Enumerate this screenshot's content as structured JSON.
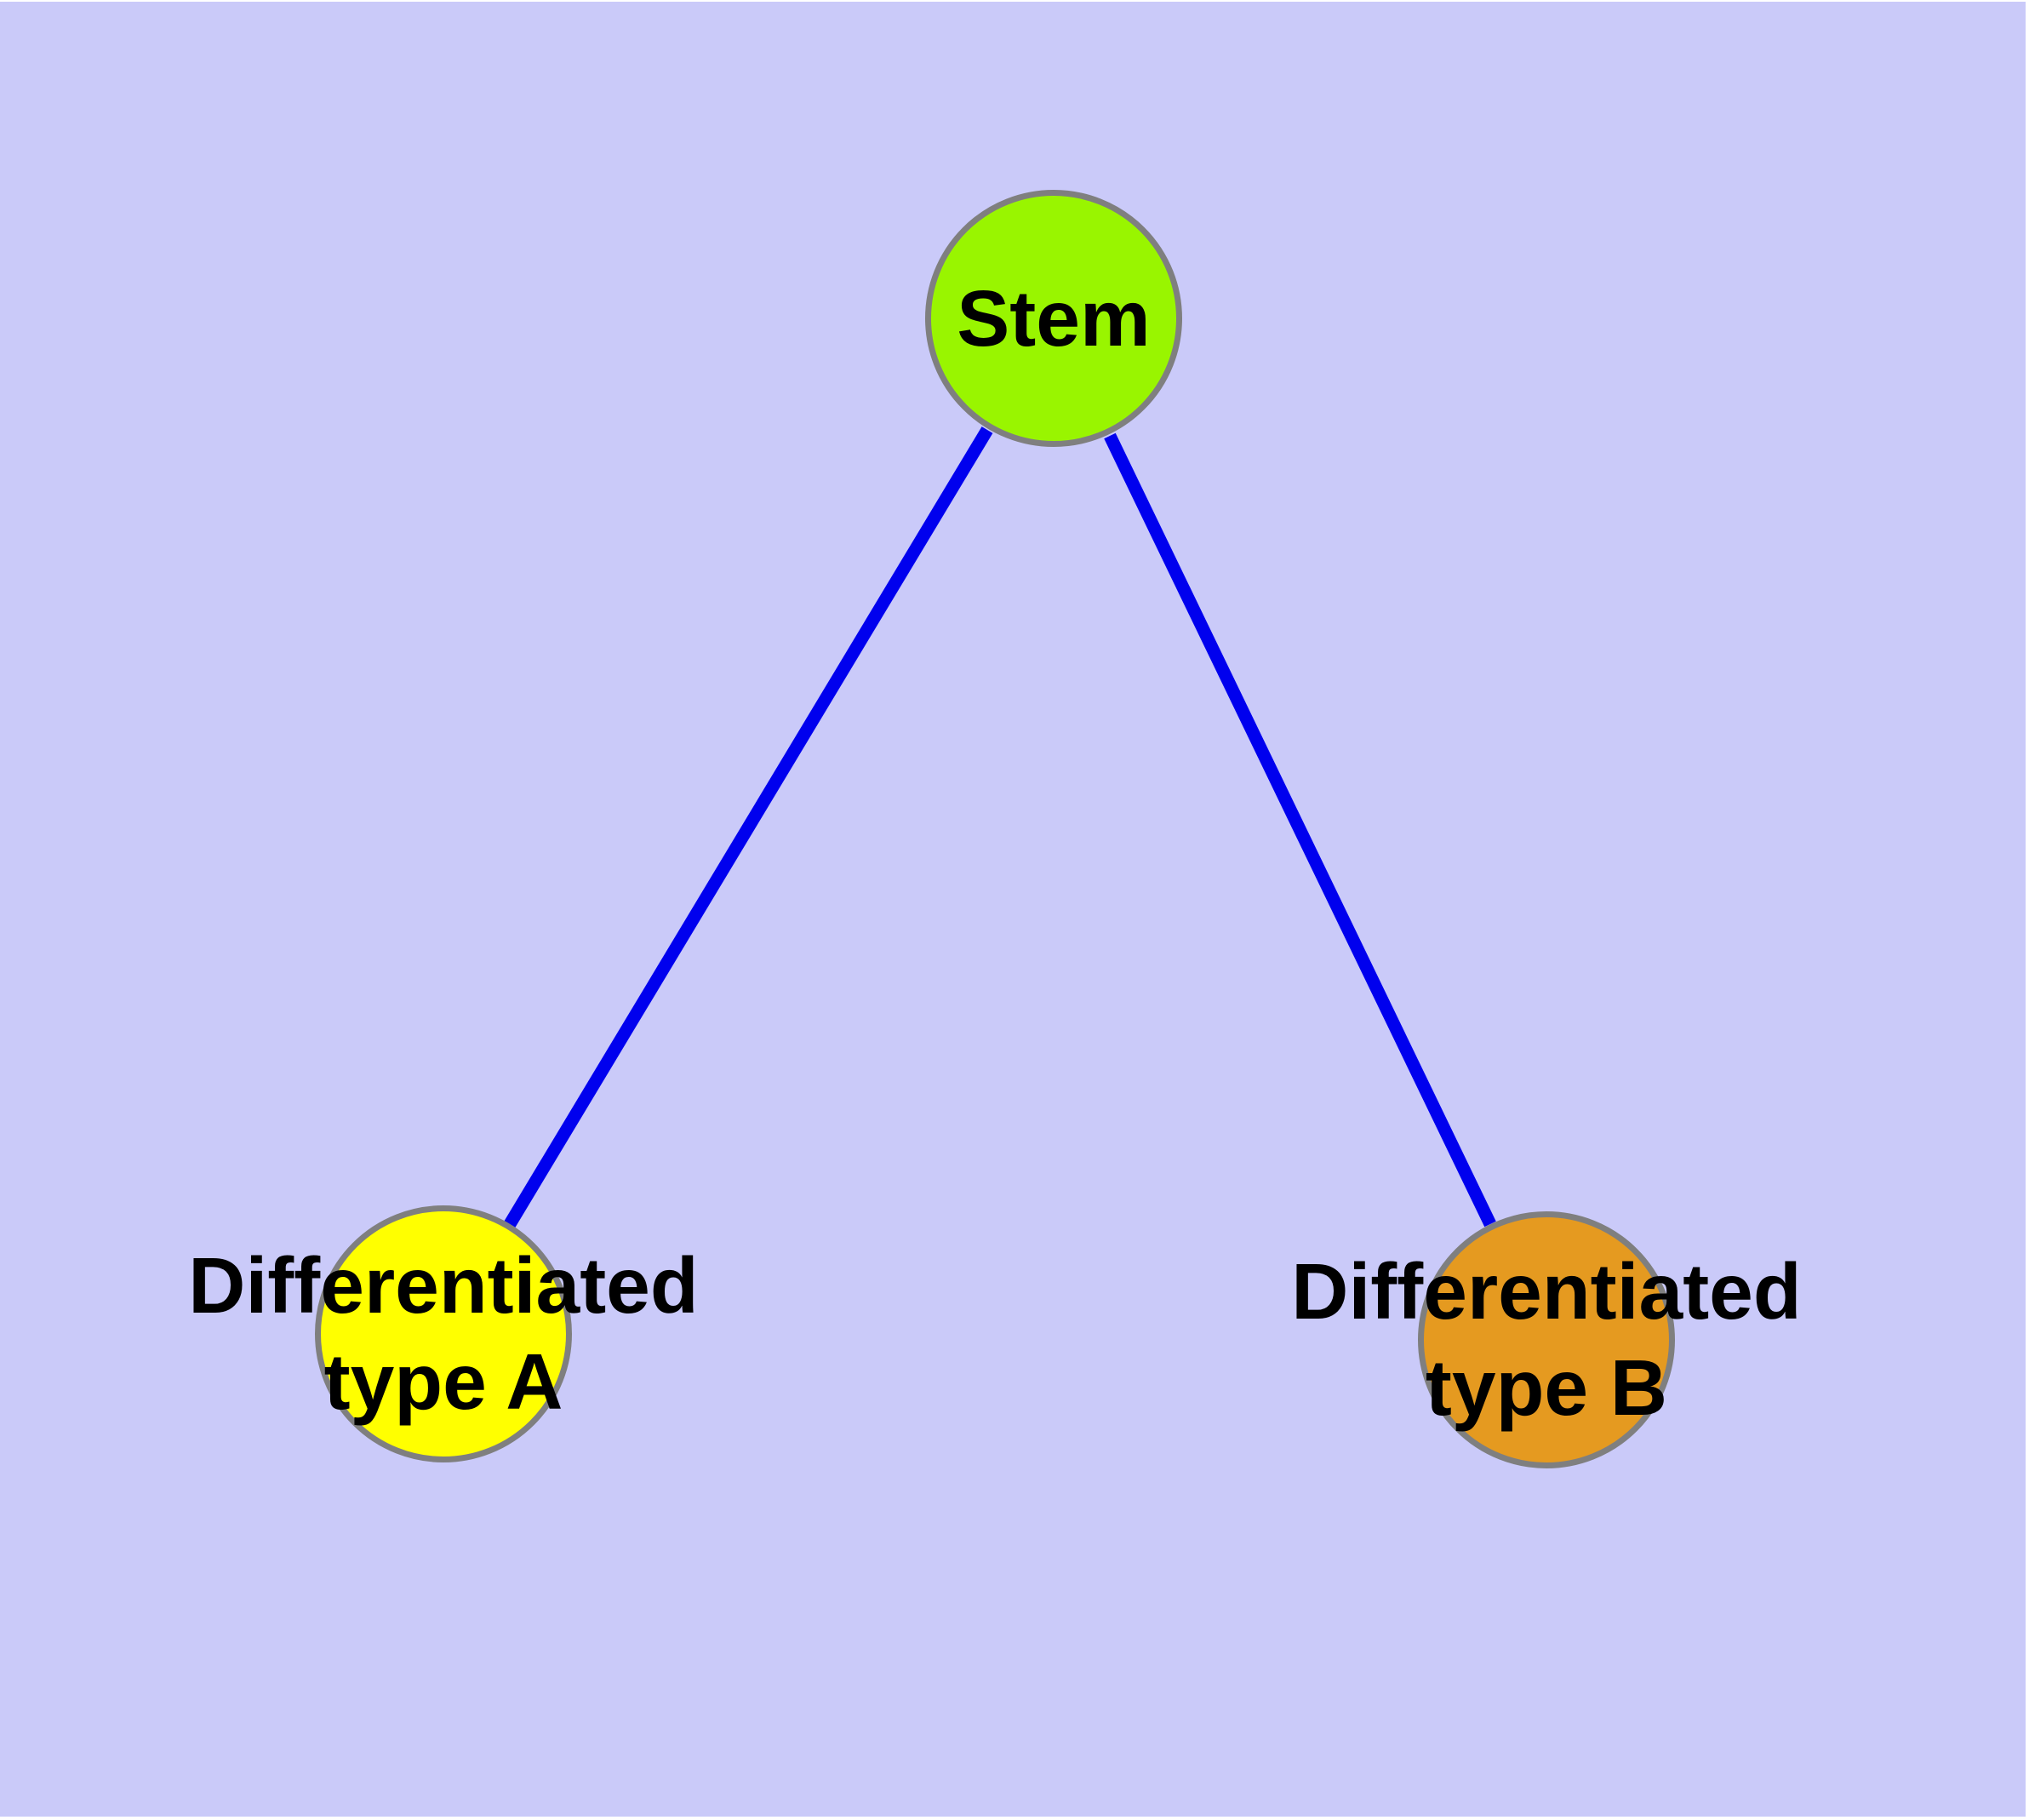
{
  "palette": {
    "page_background": "#ffffff",
    "canvas_background": "#cacaf9",
    "edge_color": "#0000ee",
    "node_border_color": "#7f7f7f",
    "stem_fill": "#99f500",
    "type_a_fill": "#ffff00",
    "type_b_fill": "#e59a20",
    "label_color": "#000000"
  },
  "diagram": {
    "type": "node-link",
    "nodes": [
      {
        "id": "stem",
        "label": "Stem",
        "fill": "#99f500"
      },
      {
        "id": "type-a",
        "label": "Differentiated\ntype A",
        "fill": "#ffff00"
      },
      {
        "id": "type-b",
        "label": "Differentiated\ntype B",
        "fill": "#e59a20"
      }
    ],
    "edges": [
      {
        "from": "stem",
        "to": "type-a"
      },
      {
        "from": "stem",
        "to": "type-b"
      }
    ]
  }
}
